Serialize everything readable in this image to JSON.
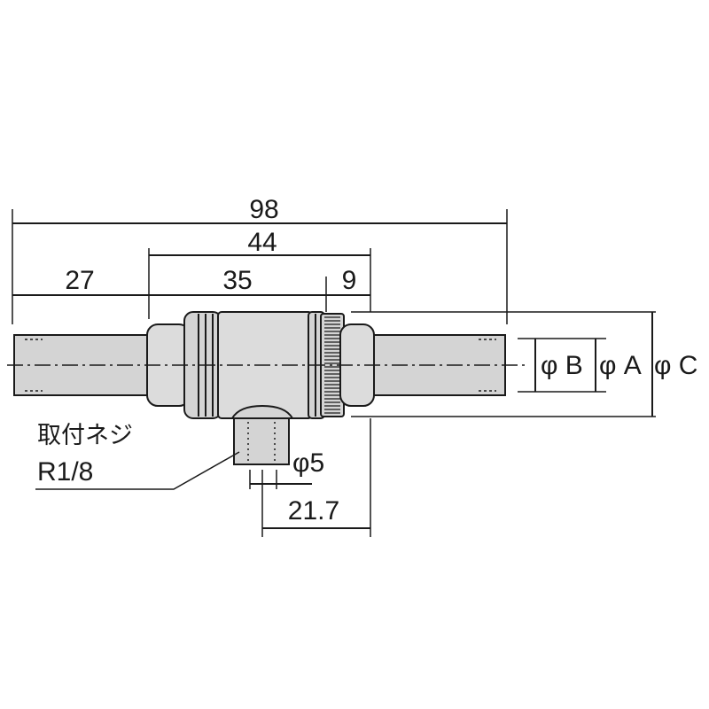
{
  "dimensions": {
    "overall": "98",
    "body": "44",
    "left_pipe": "27",
    "center": "35",
    "knurl_width": "9",
    "port_hole": "φ5",
    "port_offset": "21.7"
  },
  "diameters": {
    "b": "φ B",
    "a": "φ A",
    "c": "φ C"
  },
  "callout": {
    "line1": "取付ネジ",
    "line2": "R1/8"
  }
}
